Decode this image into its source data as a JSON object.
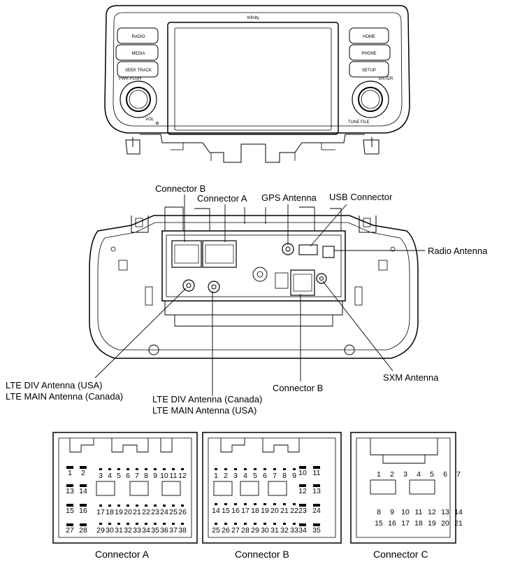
{
  "head_unit": {
    "brand": "Infinity",
    "buttons_left": [
      "RADIO",
      "MEDIA",
      "SEEK TRACK"
    ],
    "buttons_right": [
      "HOME",
      "PHONE",
      "SETUP"
    ],
    "pwr_label": "PWR PUSH",
    "vol_label": "VOL",
    "enter_label": "ENTER",
    "tune_label": "TUNE FILE"
  },
  "callouts": {
    "connector_b_top": "Connector B",
    "connector_a": "Connector A",
    "gps_antenna": "GPS Antenna",
    "usb_connector": "USB Connector",
    "radio_antenna": "Radio  Antenna",
    "lte_usa_line1": "LTE DIV Antenna (USA)",
    "lte_usa_line2": "LTE MAIN Antenna (Canada)",
    "lte_canada_line1": "LTE DIV Antenna (Canada)",
    "lte_canada_line2": "LTE MAIN Antenna (USA)",
    "connector_b_bottom": "Connector B",
    "sxm_antenna": "SXM Antenna"
  },
  "connectors": {
    "a": {
      "caption": "Connector A",
      "left_pins": [
        [
          "1",
          "2"
        ],
        [
          "13",
          "14"
        ],
        [
          "15",
          "16"
        ],
        [
          "27",
          "28"
        ]
      ],
      "rows": [
        [
          "3",
          "4",
          "5",
          "6",
          "7",
          "8",
          "9",
          "10",
          "11",
          "12"
        ],
        [
          "17",
          "18",
          "19",
          "20",
          "21",
          "22",
          "23",
          "24",
          "25",
          "26"
        ],
        [
          "29",
          "30",
          "31",
          "32",
          "33",
          "34",
          "35",
          "36",
          "37",
          "38"
        ]
      ]
    },
    "b": {
      "caption": "Connector B",
      "rows": [
        [
          "1",
          "2",
          "3",
          "4",
          "5",
          "6",
          "7",
          "8",
          "9"
        ],
        [
          "14",
          "15",
          "16",
          "17",
          "18",
          "19",
          "20",
          "21",
          "22"
        ],
        [
          "25",
          "26",
          "27",
          "28",
          "29",
          "30",
          "31",
          "32",
          "33"
        ]
      ],
      "right_pins": [
        [
          "10",
          "11"
        ],
        [
          "12",
          "13"
        ],
        [
          "23",
          "24"
        ],
        [
          "34",
          "35"
        ]
      ]
    },
    "c": {
      "caption": "Connector C",
      "rows": [
        [
          "1",
          "2",
          "3",
          "4",
          "5",
          "6",
          "7"
        ],
        [
          "8",
          "9",
          "10",
          "11",
          "12",
          "13",
          "14"
        ],
        [
          "15",
          "16",
          "17",
          "18",
          "19",
          "20",
          "21"
        ]
      ]
    }
  }
}
